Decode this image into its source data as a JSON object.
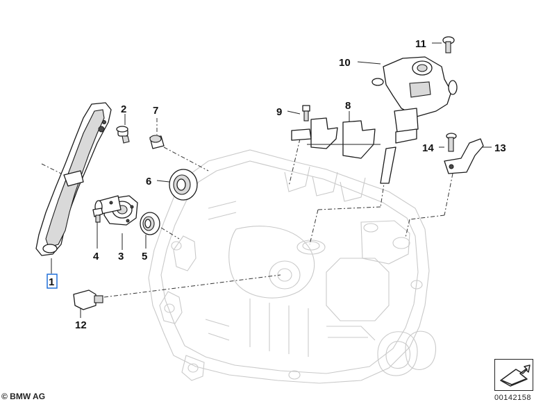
{
  "callouts": [
    {
      "id": "1",
      "label": "1",
      "highlighted": true
    },
    {
      "id": "2",
      "label": "2"
    },
    {
      "id": "3",
      "label": "3"
    },
    {
      "id": "4",
      "label": "4"
    },
    {
      "id": "5",
      "label": "5"
    },
    {
      "id": "6",
      "label": "6"
    },
    {
      "id": "7",
      "label": "7"
    },
    {
      "id": "8",
      "label": "8"
    },
    {
      "id": "9",
      "label": "9"
    },
    {
      "id": "10",
      "label": "10"
    },
    {
      "id": "11",
      "label": "11"
    },
    {
      "id": "12",
      "label": "12"
    },
    {
      "id": "13",
      "label": "13"
    },
    {
      "id": "14",
      "label": "14"
    }
  ],
  "footer": {
    "copyright": "© BMW AG",
    "image_number": "00142158"
  },
  "nav": {
    "icon": "arrow-down-left-icon"
  },
  "colors": {
    "highlight_box": "#1e6fd9",
    "ghost_line": "#c9c9c9",
    "ink": "#1a1a1a"
  }
}
